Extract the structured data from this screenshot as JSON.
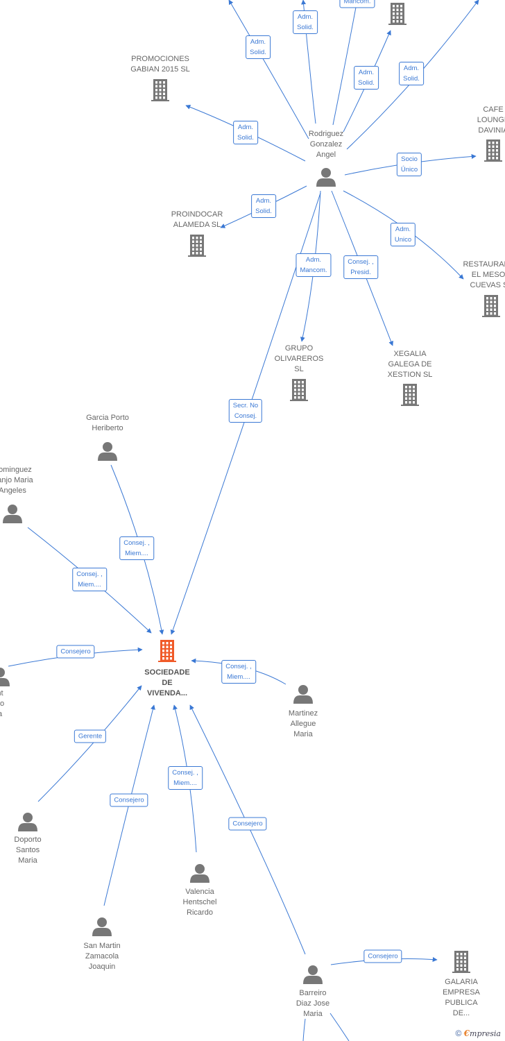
{
  "colors": {
    "edge": "#3a78d4",
    "node_icon": "#777777",
    "focus_icon": "#f05a28",
    "label": "#666666"
  },
  "nodes": {
    "focus": {
      "label": "SOCIEDADE\nDE\nVIVENDA...",
      "icon": "building-icon"
    },
    "rodriguez": {
      "label": "Rodriguez\nGonzalez\nAngel",
      "icon": "person-icon"
    },
    "promociones": {
      "label": "PROMOCIONES\nGABIAN 2015  SL",
      "icon": "building-icon"
    },
    "proindocar": {
      "label": "PROINDOCAR\nALAMEDA  SL",
      "icon": "building-icon"
    },
    "cafe": {
      "label": "CAFE\nLOUNGE\nDAVINIA",
      "icon": "building-icon"
    },
    "restaurante": {
      "label": "RESTAURANTE\nEL MESON\nCUEVAS  SL",
      "icon": "building-icon"
    },
    "grupo": {
      "label": "GRUPO\nOLIVAREROS\nSL",
      "icon": "building-icon"
    },
    "xegalia": {
      "label": "XEGALIA\nGALEGA DE\nXESTION SL",
      "icon": "building-icon"
    },
    "top_building": {
      "label": "",
      "icon": "building-icon"
    },
    "garcia": {
      "label": "Garcia Porto\nHeriberto",
      "icon": "person-icon"
    },
    "dominguez": {
      "label": "Dominguez\nCanjo Maria\nAngeles",
      "icon": "person-icon"
    },
    "left_person": {
      "label": "nt\nno\na",
      "icon": "person-icon"
    },
    "martinez": {
      "label": "Martinez\nAllegue\nMaria",
      "icon": "person-icon"
    },
    "doporto": {
      "label": "Doporto\nSantos\nMaria",
      "icon": "person-icon"
    },
    "valencia": {
      "label": "Valencia\nHentschel\nRicardo",
      "icon": "person-icon"
    },
    "sanmartin": {
      "label": "San Martin\nZamacola\nJoaquin",
      "icon": "person-icon"
    },
    "barreiro": {
      "label": "Barreiro\nDiaz Jose\nMaria",
      "icon": "person-icon"
    },
    "galaria": {
      "label": "GALARIA\nEMPRESA\nPUBLICA DE...",
      "icon": "building-icon"
    }
  },
  "edges": [
    {
      "label": "Mancom."
    },
    {
      "label": "Adm.\nSolid."
    },
    {
      "label": "Adm.\nSolid."
    },
    {
      "label": "Adm.\nSolid."
    },
    {
      "label": "Adm.\nSolid."
    },
    {
      "label": "Adm.\nSolid."
    },
    {
      "label": "Socio\nÚnico"
    },
    {
      "label": "Adm.\nSolid."
    },
    {
      "label": "Adm.\nUnico"
    },
    {
      "label": "Adm.\nMancom."
    },
    {
      "label": "Consej. ,\nPresid."
    },
    {
      "label": "Secr.  No\nConsej."
    },
    {
      "label": "Consej. ,\nMiem...."
    },
    {
      "label": "Consej. ,\nMiem...."
    },
    {
      "label": "Consejero"
    },
    {
      "label": "Consej. ,\nMiem...."
    },
    {
      "label": "Gerente"
    },
    {
      "label": "Consejero"
    },
    {
      "label": "Consej. ,\nMiem...."
    },
    {
      "label": "Consejero"
    },
    {
      "label": "Consejero"
    }
  ],
  "brand": {
    "copyright": "©",
    "e": "€",
    "rest": "mpresia"
  }
}
